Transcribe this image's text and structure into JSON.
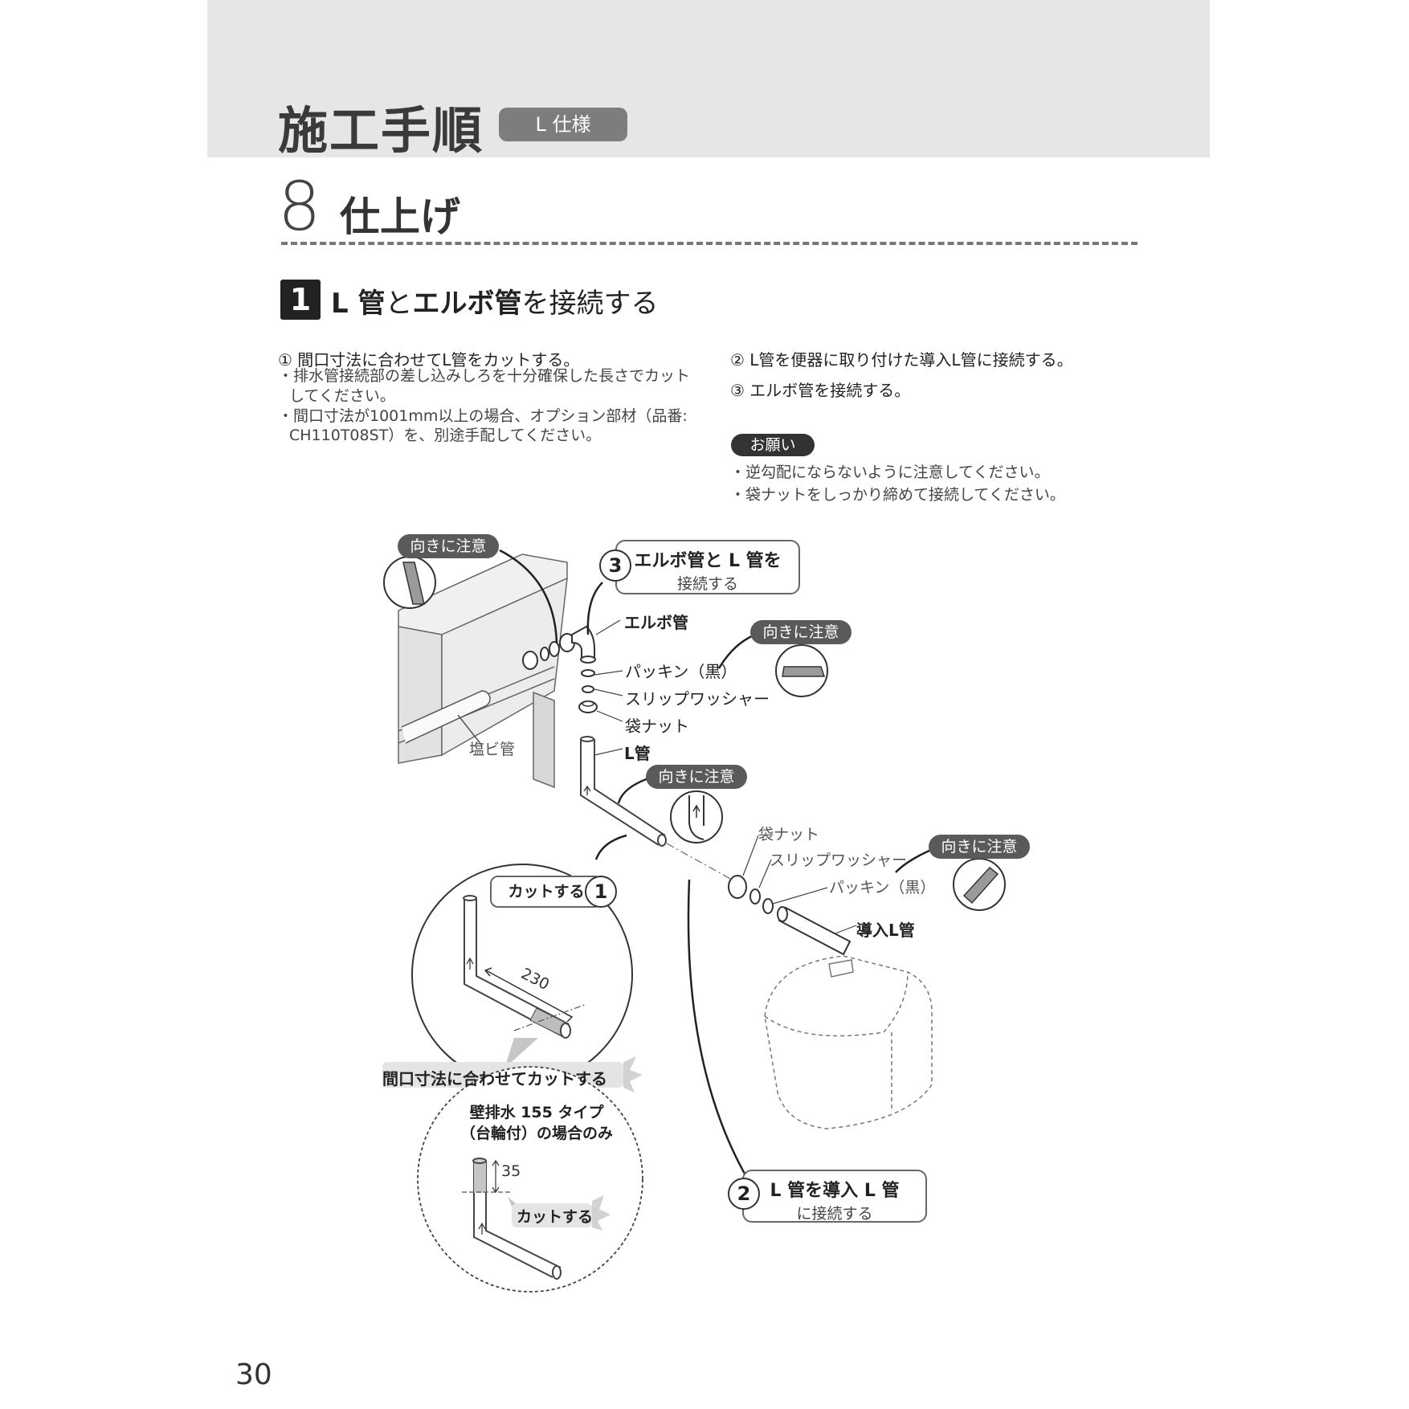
{
  "header": {
    "title": "施工手順",
    "spec_badge": "L 仕様"
  },
  "section": {
    "number": "8",
    "title": "仕上げ"
  },
  "step": {
    "number": "1",
    "title_parts": [
      "L 管",
      "と",
      "エルボ管",
      "を接続する"
    ]
  },
  "instructions": {
    "left": {
      "item1": "① 間口寸法に合わせてL管をカットする。",
      "note1_line1": "・排水管接続部の差し込みしろを十分確保した長さでカット",
      "note1_line2": "してください。",
      "note2_line1": "・間口寸法が1001mm以上の場合、オプション部材（品番:",
      "note2_line2": "CH110T08ST）を、別途手配してください。"
    },
    "right": {
      "item2": "② L管を便器に取り付けた導入L管に接続する。",
      "item3": "③ エルボ管を接続する。",
      "request_badge": "お願い",
      "request1": "・逆勾配にならないように注意してください。",
      "request2": "・袋ナットをしっかり締めて接続してください。"
    }
  },
  "diagram": {
    "care_label": "向きに注意",
    "callout3": {
      "num": "3",
      "line1": "エルボ管と L 管を",
      "line2": "接続する"
    },
    "callout1": {
      "text": "カットする",
      "num": "1"
    },
    "callout2": {
      "num": "2",
      "line1": "L 管を導入 L 管",
      "line2": "に接続する"
    },
    "labels": {
      "elbow": "エルボ管",
      "packing_black": "パッキン（黒）",
      "slip_washer": "スリップワッシャー",
      "bag_nut": "袋ナット",
      "l_pipe": "L管",
      "pvc_pipe": "塩ビ管",
      "intro_l_pipe": "導入L管"
    },
    "dim_230": "230",
    "dim_35": "35",
    "cut_banner": "間口寸法に合わせてカットする",
    "wall155_line1": "壁排水 155 タイプ",
    "wall155_line2": "（台輪付）の場合のみ",
    "cut_small": "カットする"
  },
  "page_number": "30"
}
